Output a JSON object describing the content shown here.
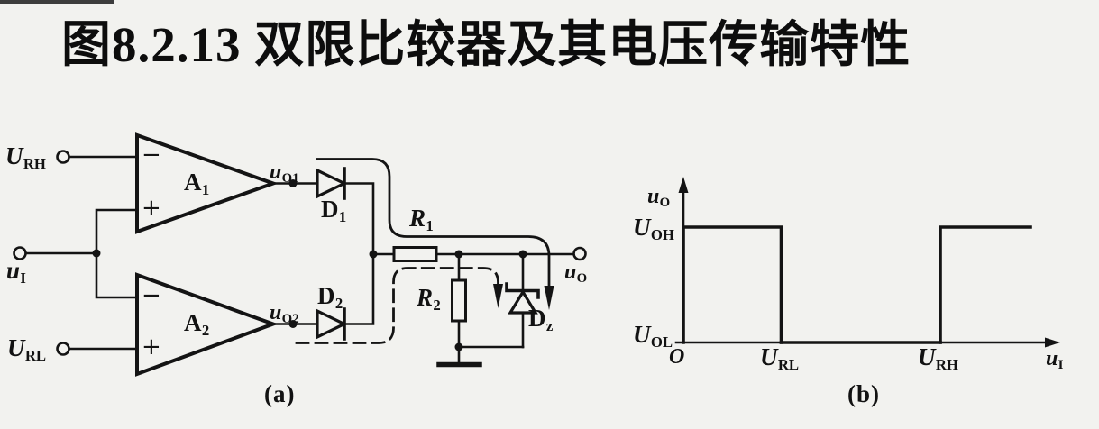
{
  "title": "图8.2.13 双限比较器及其电压传输特性",
  "captions": {
    "a": "(a)",
    "b": "(b)"
  },
  "colors": {
    "background": "#f2f2ef",
    "ink": "#141414"
  },
  "circuit": {
    "u_rh": {
      "b": "U",
      "s": "RH"
    },
    "u_i": {
      "b": "u",
      "s": "I"
    },
    "u_rl": {
      "b": "U",
      "s": "RL"
    },
    "a1": {
      "b": "A",
      "s": "1"
    },
    "a2": {
      "b": "A",
      "s": "2"
    },
    "minus": "−",
    "plus": "+",
    "u_o1": {
      "b": "u",
      "s": "O1"
    },
    "u_o2": {
      "b": "u",
      "s": "O2"
    },
    "d1": {
      "b": "D",
      "s": "1"
    },
    "d2": {
      "b": "D",
      "s": "2"
    },
    "r1": {
      "b": "R",
      "s": "1"
    },
    "r2": {
      "b": "R",
      "s": "2"
    },
    "dz": {
      "b": "D",
      "s": "z"
    },
    "u_o": {
      "b": "u",
      "s": "O"
    }
  },
  "graph": {
    "y_axis": {
      "b": "u",
      "s": "O"
    },
    "x_axis": {
      "b": "u",
      "s": "I"
    },
    "u_oh": {
      "b": "U",
      "s": "OH"
    },
    "u_ol": {
      "b": "U",
      "s": "OL"
    },
    "origin": "O",
    "u_rl": {
      "b": "U",
      "s": "RL"
    },
    "u_rh": {
      "b": "U",
      "s": "RH"
    }
  },
  "chart_data": {
    "type": "line",
    "title": "电压传输特性 (voltage transfer characteristic of window comparator)",
    "xlabel": "uI",
    "ylabel": "uO",
    "x_thresholds": [
      "URL",
      "URH"
    ],
    "y_levels": [
      "UOL",
      "UOH"
    ],
    "segments": [
      {
        "from_x": "0",
        "to_x": "URL",
        "y": "UOH"
      },
      {
        "from_x": "URL",
        "to_x": "URH",
        "y": "UOL"
      },
      {
        "from_x": "URH",
        "to_x": "axis end",
        "y": "UOH"
      }
    ],
    "axis_ranges": {
      "x": "symbolic (0 … beyond URH)",
      "y": "symbolic (UOL … UOH)"
    },
    "grid": false,
    "legend": false
  }
}
